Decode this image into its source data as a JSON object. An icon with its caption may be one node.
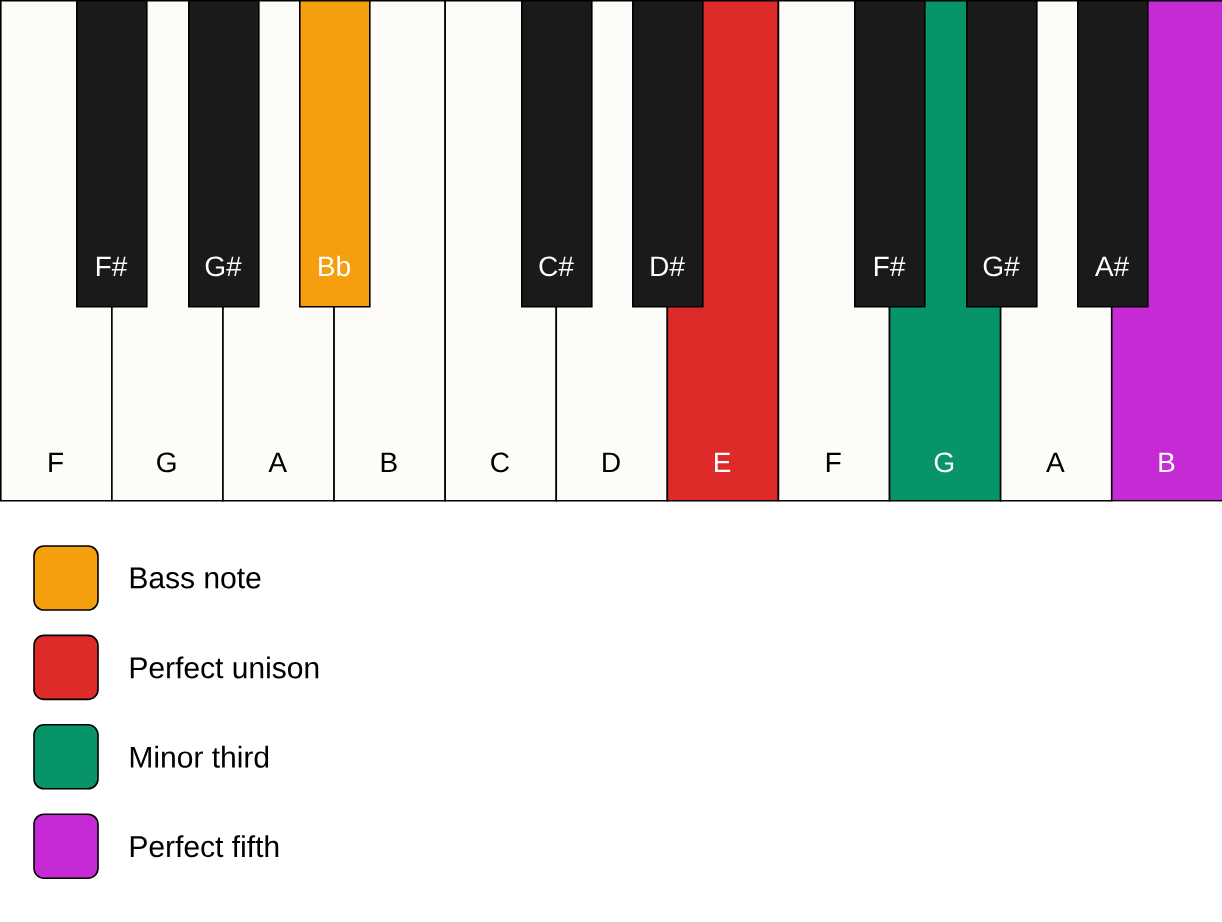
{
  "diagram": {
    "nodes": [
      {
        "text": [
          "F#"
        ]
      },
      {
        "text": [
          "G#"
        ]
      },
      {
        "text": [
          "Bb"
        ]
      },
      {
        "text": [
          "C#"
        ]
      },
      {
        "text": [
          "D#"
        ]
      },
      {
        "text": [
          "F#"
        ]
      },
      {
        "text": [
          "G#"
        ]
      },
      {
        "text": [
          "A#"
        ]
      },
      {
        "text": [
          "F"
        ]
      },
      {
        "text": [
          "G"
        ]
      },
      {
        "text": [
          "A"
        ]
      },
      {
        "text": [
          "B"
        ]
      },
      {
        "text": [
          "C"
        ]
      },
      {
        "text": [
          "D"
        ]
      },
      {
        "text": [
          "E"
        ]
      },
      {
        "text": [
          "F"
        ]
      },
      {
        "text": [
          "G"
        ]
      },
      {
        "text": [
          "A"
        ]
      },
      {
        "text": [
          "B"
        ]
      }
    ],
    "legend": [
      {
        "text": "Bass note",
        "color": "#f59f0e"
      },
      {
        "text": "Perfect unison",
        "color": "#df2a2a"
      },
      {
        "text": "Minor third",
        "color": "#079468"
      },
      {
        "text": "Perfect fifth",
        "color": "#c52ad5"
      }
    ]
  }
}
